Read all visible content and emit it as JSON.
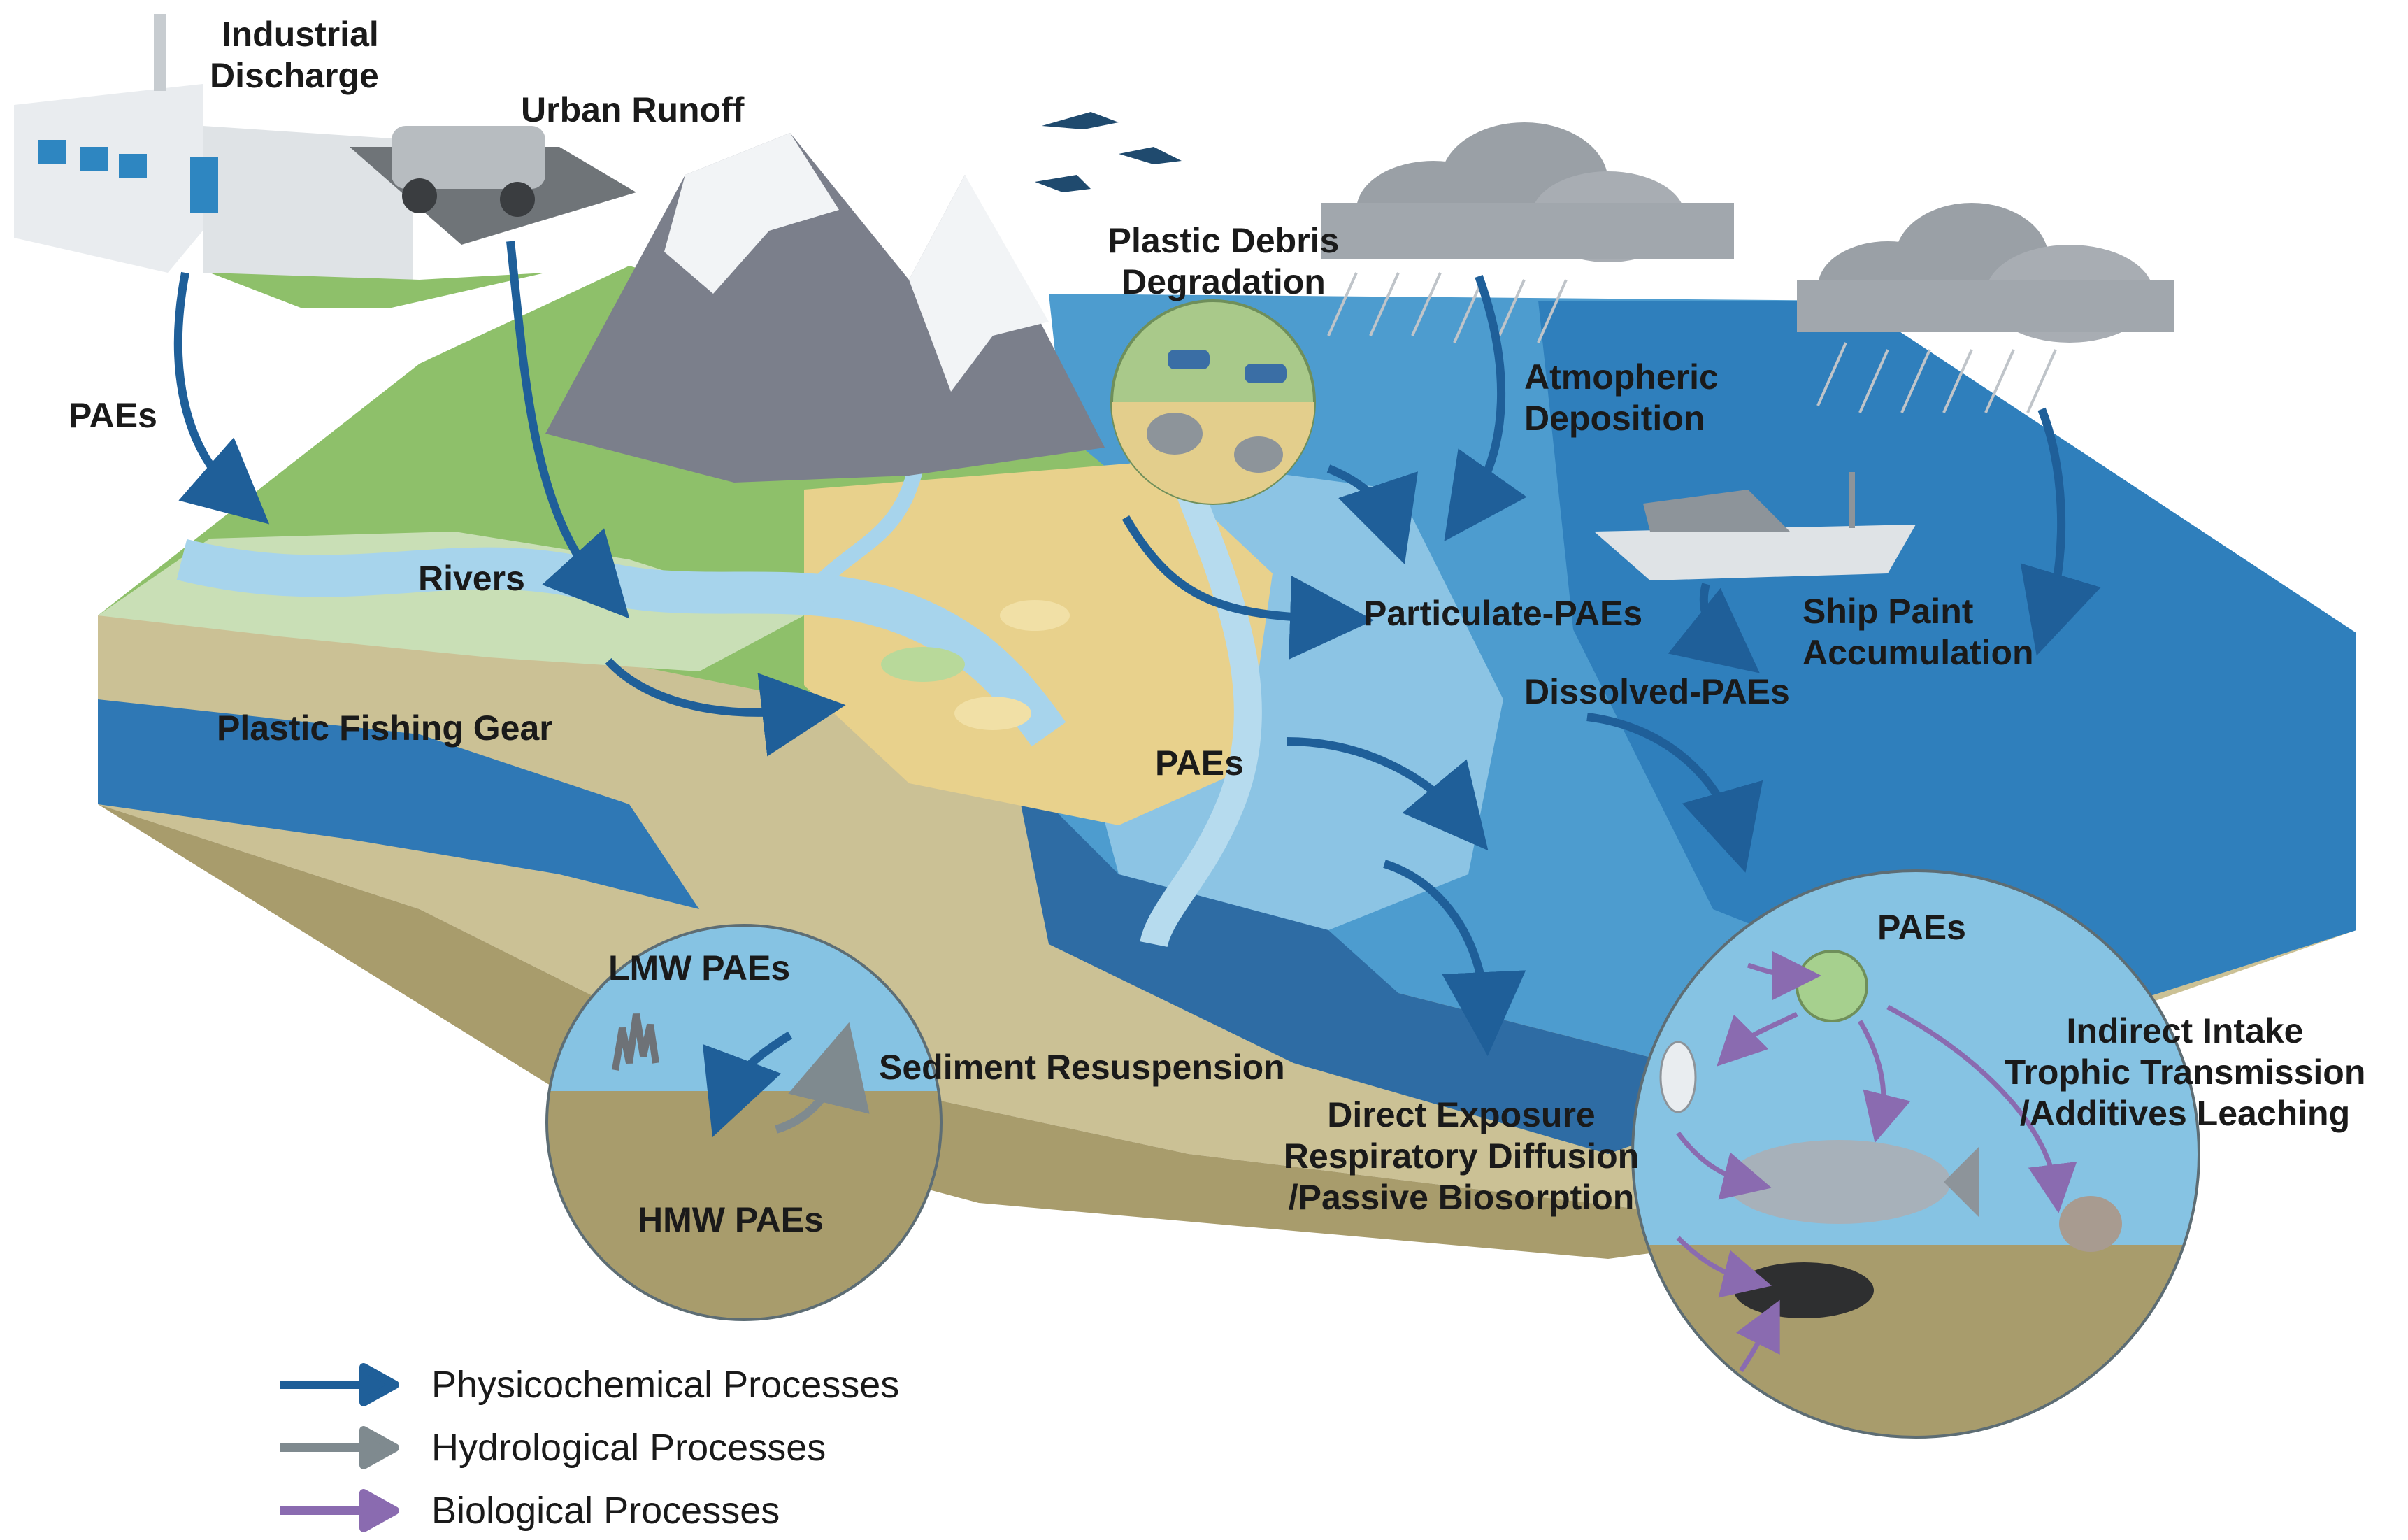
{
  "labels": {
    "industrial_discharge": "Industrial\nDischarge",
    "urban_runoff": "Urban Runoff",
    "paes_left": "PAEs",
    "rivers": "Rivers",
    "plastic_fishing_gear": "Plastic Fishing Gear",
    "plastic_debris_degradation": "Plastic Debris\nDegradation",
    "atmospheric_deposition": "Atmopheric\nDeposition",
    "particulate_paes": "Particulate-PAEs",
    "ship_paint_accumulation": "Ship Paint\nAccumulation",
    "dissolved_paes": "Dissolved-PAEs",
    "paes_center": "PAEs",
    "lmw_paes": "LMW PAEs",
    "sediment_resuspension": "Sediment Resuspension",
    "hmw_paes": "HMW PAEs",
    "paes_bio": "PAEs",
    "indirect_intake": "Indirect Intake\nTrophic Transmission\n/Additives Leaching",
    "direct_exposure": "Direct Exposure\nRespiratory Diffusion\n/Passive Biosorption"
  },
  "legend": [
    {
      "label": "Physicochemical Processes",
      "color": "#1f5f99"
    },
    {
      "label": "Hydrological Processes",
      "color": "#7f8a8f"
    },
    {
      "label": "Biological Processes",
      "color": "#8a6bb0"
    }
  ],
  "colors": {
    "physicochemical": "#1f5f99",
    "hydrological": "#7f8a8f",
    "biological": "#8a6bb0",
    "ocean": "#3f8fc6",
    "sediment": "#a89c6c",
    "land": "#8ec06a"
  }
}
